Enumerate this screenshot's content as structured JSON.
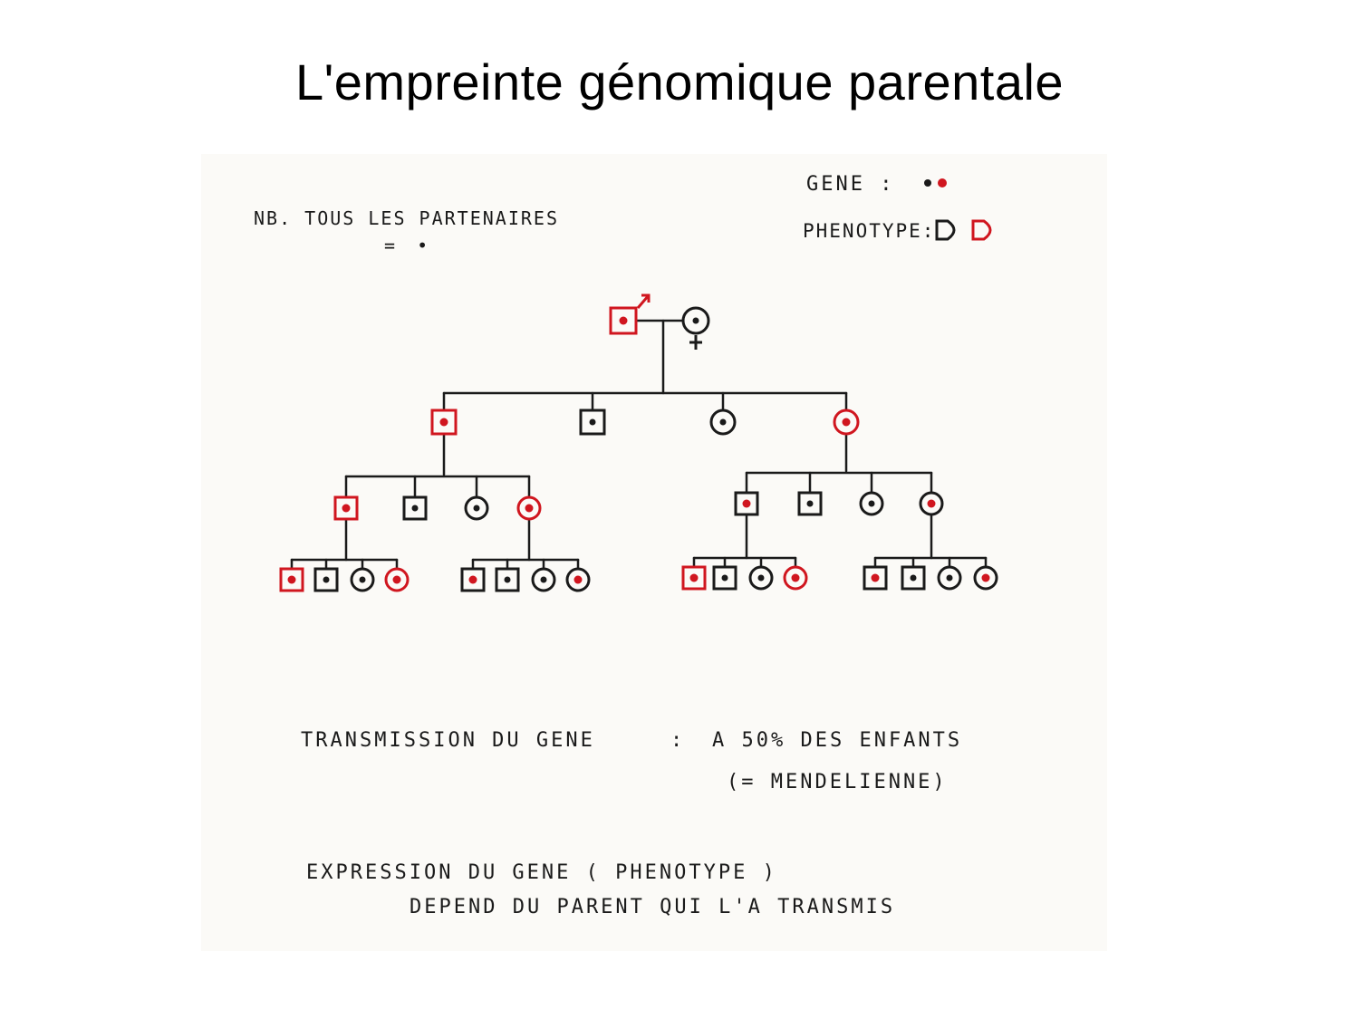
{
  "title": "L'empreinte génomique parentale",
  "colors": {
    "black": "#1a1a1a",
    "red": "#d0161f",
    "paper": "#fbfaf7"
  },
  "legend": {
    "gene_label": "GENE :",
    "phenotype_label": "PHENOTYPE:",
    "nb_line1": "NB. TOUS LES PARTENAIRES",
    "nb_line2": "= •"
  },
  "symbols": {
    "male_sign": "♂",
    "female_sign": "♀"
  },
  "notes": {
    "transmission_label": "TRANSMISSION  DU GENE",
    "transmission_sep": ":",
    "transmission_value": "A 50%  DES ENFANTS",
    "transmission_paren": "(= MENDELIENNE)",
    "expression_line1": "EXPRESSION DU GENE  ( PHENOTYPE )",
    "expression_line2": "DEPEND  DU PARENT  QUI  L'A TRANSMIS"
  }
}
